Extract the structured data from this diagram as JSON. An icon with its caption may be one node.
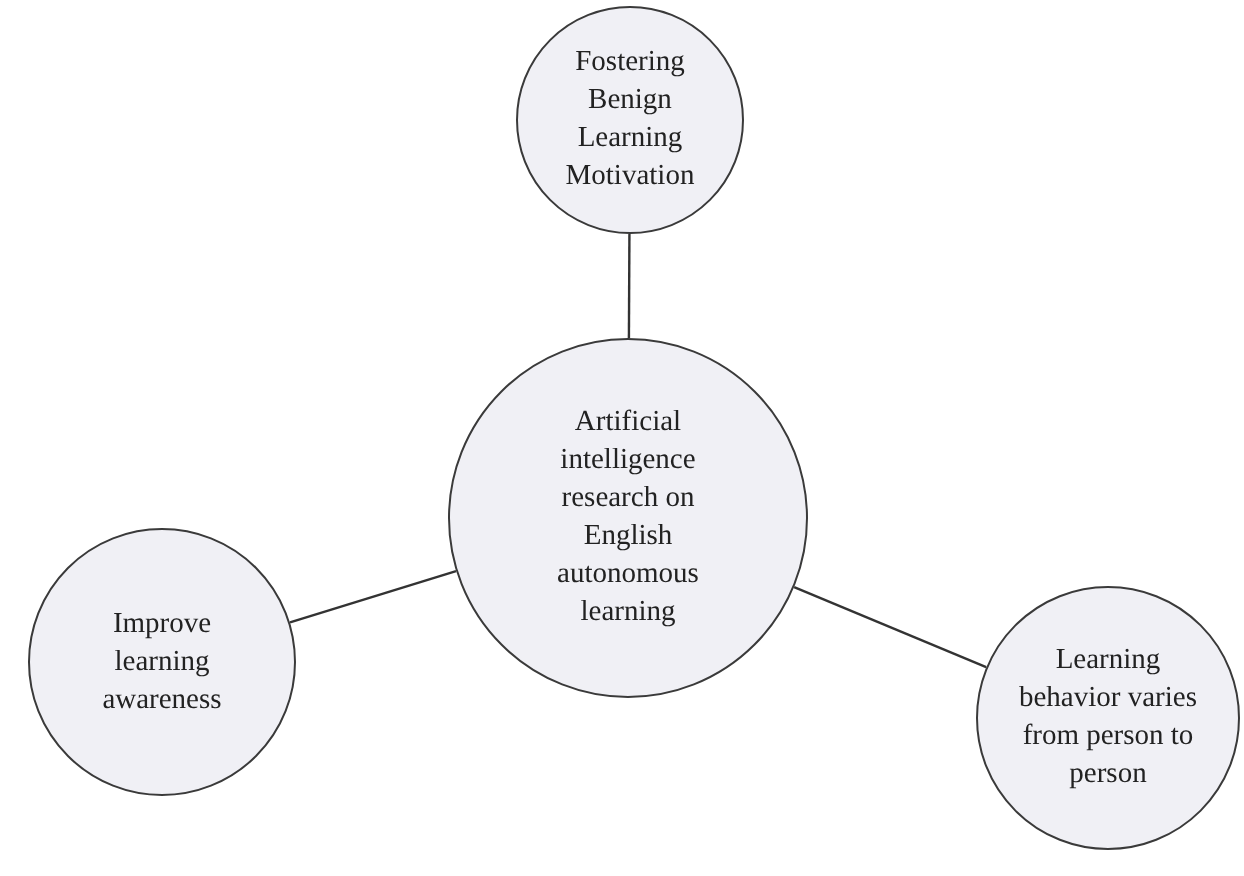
{
  "diagram": {
    "nodes": [
      {
        "text": [
          "Fostering Benign Learning Motivation"
        ]
      },
      {
        "text": [
          "Artificial intelligence research on English autonomous learning"
        ]
      },
      {
        "text": [
          "Improve learning awareness"
        ]
      },
      {
        "text": [
          "Learning behavior varies from person to person"
        ]
      }
    ],
    "edges": [
      {
        "from": 1,
        "to": 0,
        "arrow": "none"
      },
      {
        "from": 1,
        "to": 2,
        "arrow": "none"
      },
      {
        "from": 1,
        "to": 3,
        "arrow": "none"
      }
    ]
  }
}
